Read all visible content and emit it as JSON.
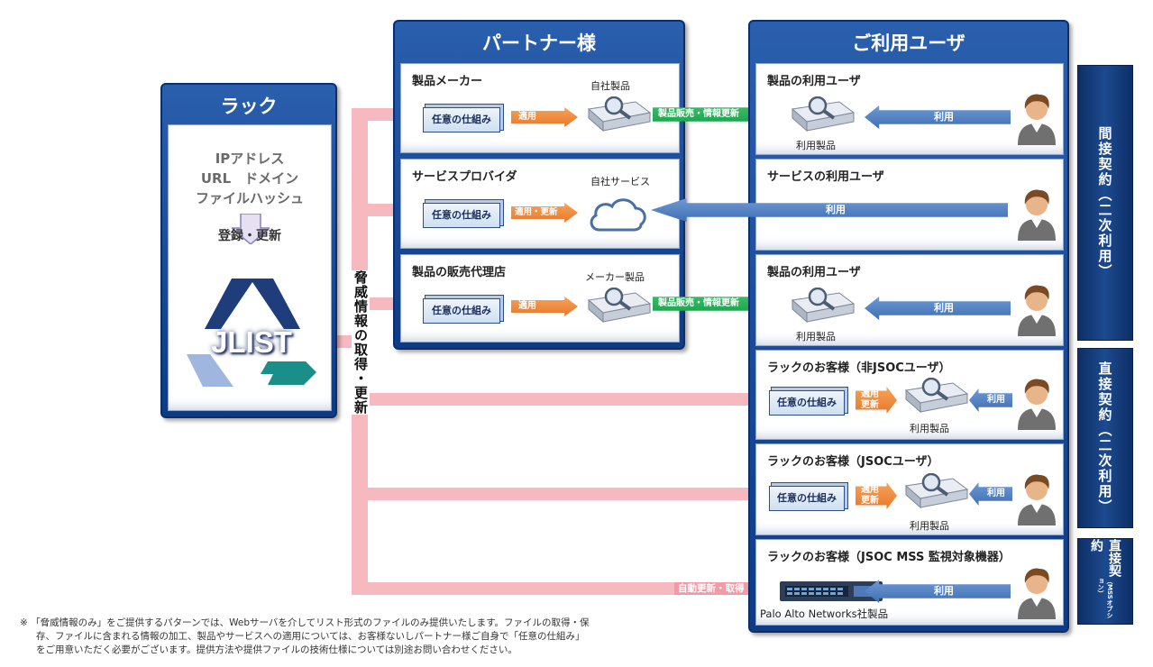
{
  "lac": {
    "title": "ラック",
    "data_lines": [
      "IPアドレス",
      "URL　ドメイン",
      "ファイルハッシュ"
    ],
    "register_label": "登録・更新",
    "logo_text": "JLIST"
  },
  "partner": {
    "title": "パートナー様",
    "rows": [
      {
        "head": "製品メーカー",
        "mech": "任意の仕組み",
        "arrow": "適用",
        "product_label": "自社製品",
        "green_arrow": "製品販売・情報更新"
      },
      {
        "head": "サービスプロバイダ",
        "mech": "任意の仕組み",
        "arrow": "適用・更新",
        "product_label": "自社サービス"
      },
      {
        "head": "製品の販売代理店",
        "mech": "任意の仕組み",
        "arrow": "適用",
        "product_label": "メーカー製品",
        "green_arrow": "製品販売・情報更新"
      }
    ]
  },
  "threat_label": "脅威情報の取得・更新",
  "users": {
    "title": "ご利用ユーザ",
    "rows": [
      {
        "head": "製品の利用ユーザ",
        "product_label": "利用製品",
        "use": "利用"
      },
      {
        "head": "サービスの利用ユーザ",
        "use": "利用"
      },
      {
        "head": "製品の利用ユーザ",
        "product_label": "利用製品",
        "use": "利用"
      },
      {
        "head": "ラックのお客様（非JSOCユーザ）",
        "mech": "任意の仕組み",
        "apply": "適用\n更新",
        "product_label": "利用製品",
        "use": "利用"
      },
      {
        "head": "ラックのお客様（JSOCユーザ）",
        "mech": "任意の仕組み",
        "apply": "適用\n更新",
        "product_label": "利用製品",
        "use": "利用"
      },
      {
        "head": "ラックのお客様（JSOC MSS 監視対象機器）",
        "auto_label": "自動更新・取得",
        "product_label": "Palo Alto Networks社製品",
        "use": "利用"
      }
    ]
  },
  "contracts": {
    "indirect": "間接契約（二次利用）",
    "direct_secondary": "直接契約（二次利用）",
    "direct_mss": "直接契約",
    "direct_mss_sub": "（MSSオプション）"
  },
  "note_lines": [
    "※ 「脅威情報のみ」をご提供するパターンでは、Webサーバを介してリスト形式のファイルのみ提供いたします。ファイルの取得・保",
    "存、ファイルに含まれる情報の加工、製品やサービスへの適用については、お客様ないしパートナー様ご自身で「任意の仕組み」",
    "をご用意いただく必要がございます。提供方法や提供ファイルの技術仕様については別途お問い合わせください。"
  ],
  "colors": {
    "panel_blue": "#1c4a8f",
    "pink": "#f7b9c0",
    "orange": "#e8782a",
    "green": "#17a04a",
    "arrow_blue": "#3f6fb4"
  }
}
